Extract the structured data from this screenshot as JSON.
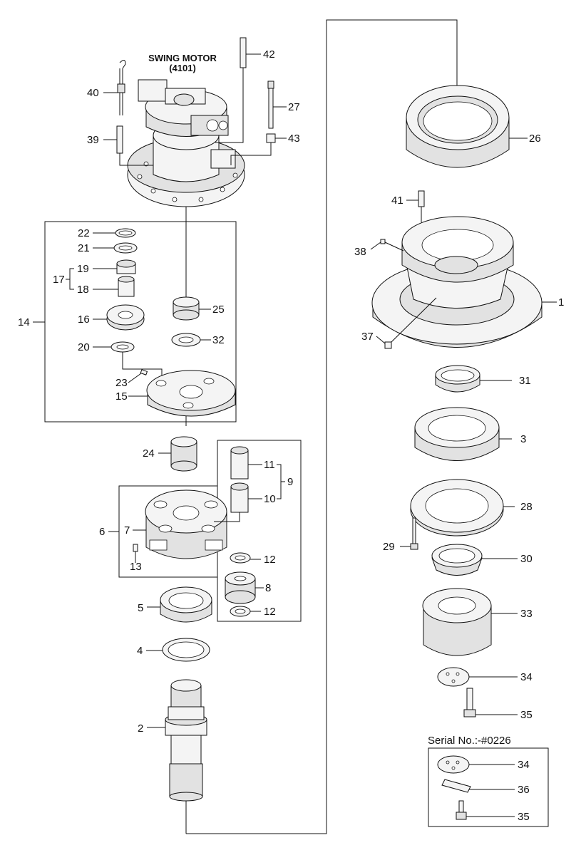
{
  "header": {
    "title_line1": "SWING MOTOR",
    "title_line2": "(4101)"
  },
  "serial_note": "Serial No.:-#0226",
  "callouts": {
    "c1": "1",
    "c2": "2",
    "c3": "3",
    "c4": "4",
    "c5": "5",
    "c6": "6",
    "c7": "7",
    "c8": "8",
    "c9": "9",
    "c10": "10",
    "c11": "11",
    "c12a": "12",
    "c12b": "12",
    "c13": "13",
    "c14": "14",
    "c15": "15",
    "c16": "16",
    "c17": "17",
    "c18": "18",
    "c19": "19",
    "c20": "20",
    "c21": "21",
    "c22": "22",
    "c23": "23",
    "c24": "24",
    "c25": "25",
    "c26": "26",
    "c27": "27",
    "c28": "28",
    "c29": "29",
    "c30": "30",
    "c31": "31",
    "c32": "32",
    "c33": "33",
    "c34a": "34",
    "c34b": "34",
    "c35a": "35",
    "c35b": "35",
    "c36": "36",
    "c37": "37",
    "c38": "38",
    "c39": "39",
    "c40": "40",
    "c41": "41",
    "c42": "42",
    "c43": "43"
  }
}
